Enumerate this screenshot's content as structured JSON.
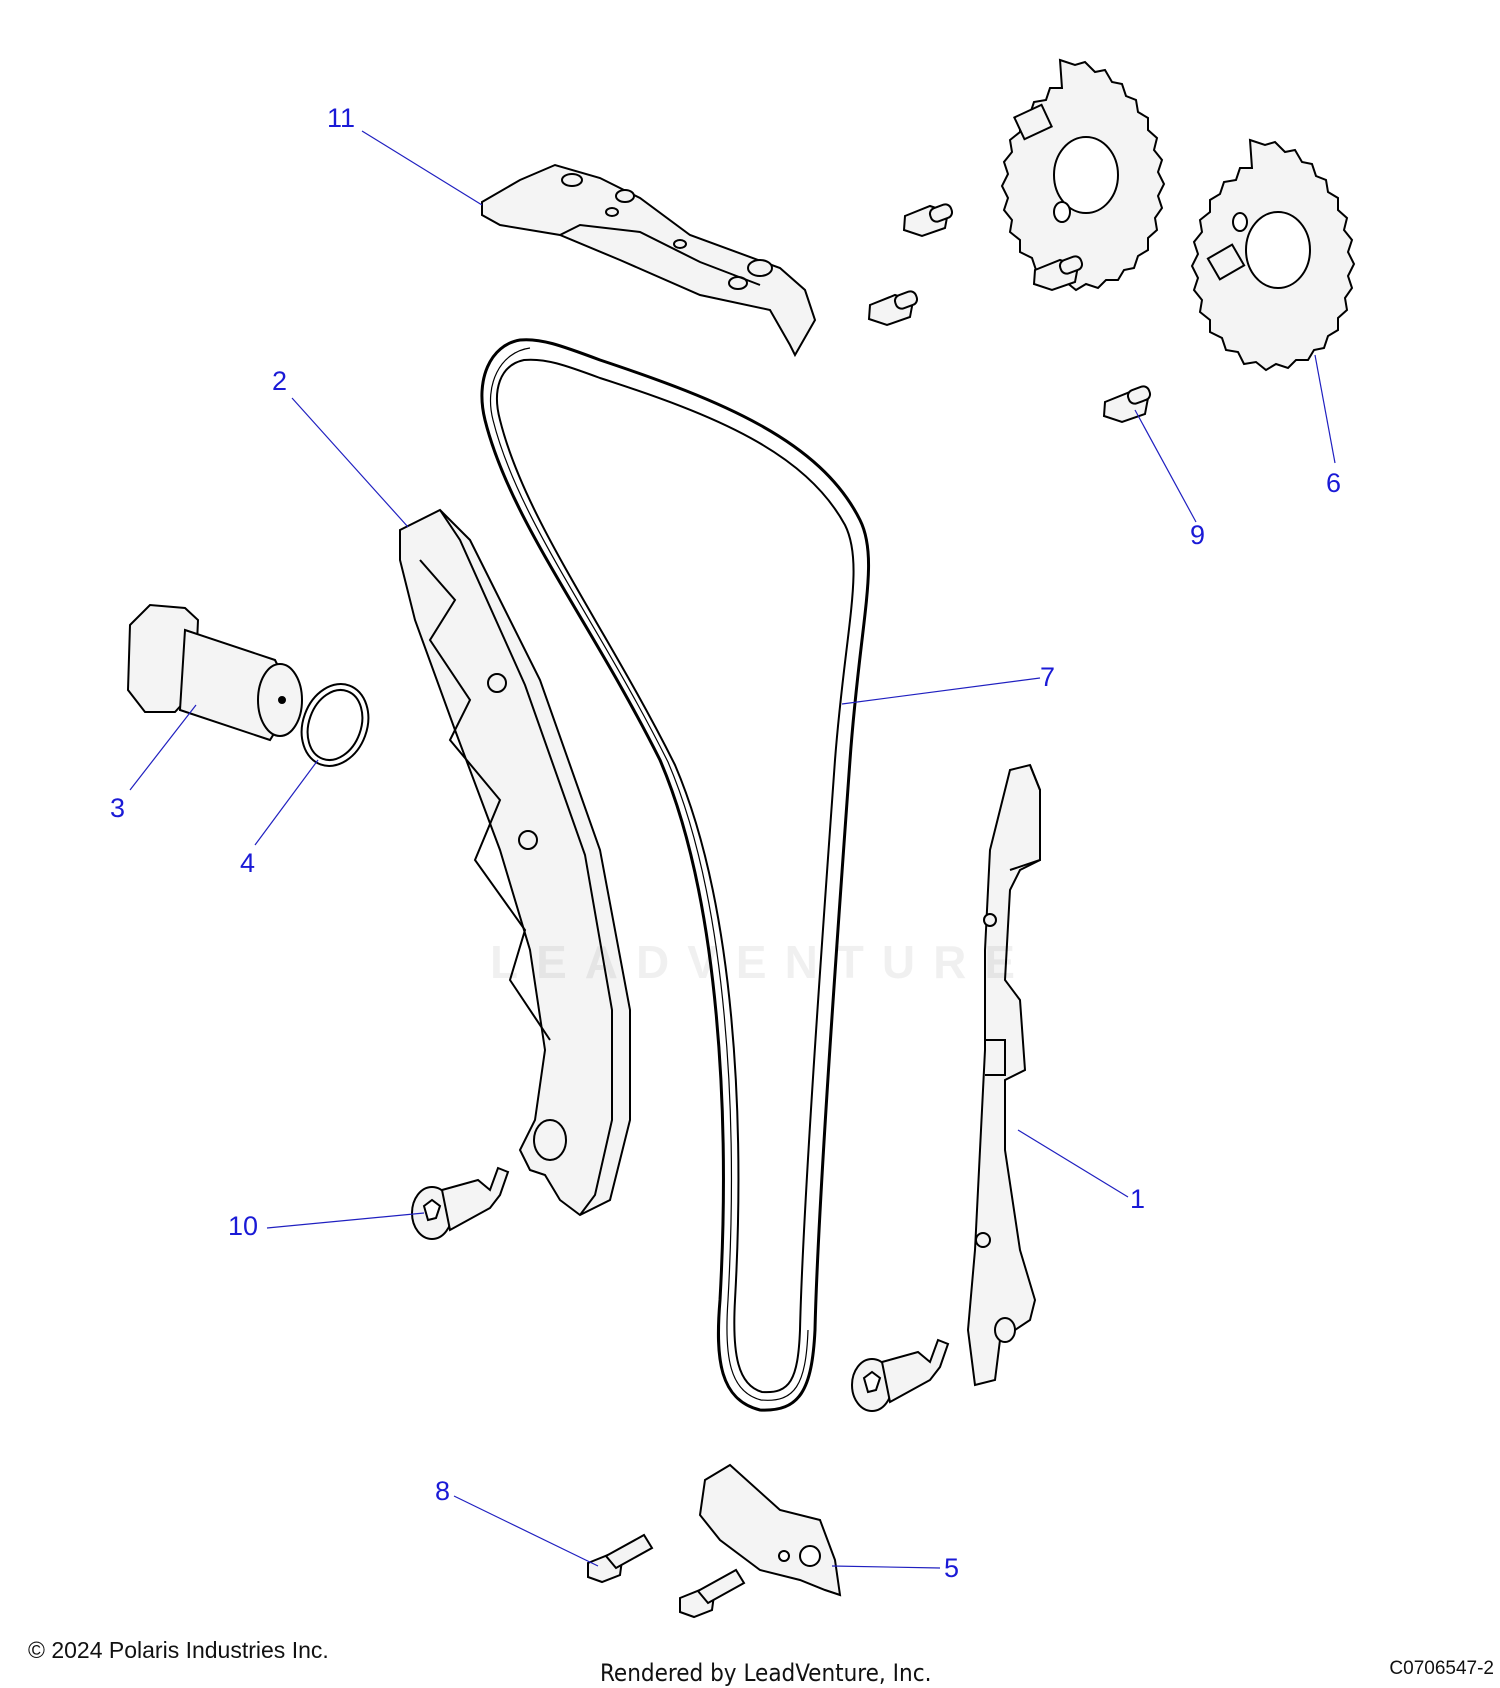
{
  "callouts": {
    "c1": "1",
    "c2": "2",
    "c3": "3",
    "c4": "4",
    "c5": "5",
    "c6": "6",
    "c7": "7",
    "c8": "8",
    "c9": "9",
    "c10": "10",
    "c11": "11"
  },
  "footer": {
    "copyright": "© 2024 Polaris Industries Inc.",
    "rendered_by": "Rendered by LeadVenture, Inc.",
    "diagram_id": "C0706547-2"
  },
  "watermark": "LEADVENTURE",
  "colors": {
    "callout": "#1a1ad6",
    "line": "#000000",
    "leader": "#2020c0"
  }
}
